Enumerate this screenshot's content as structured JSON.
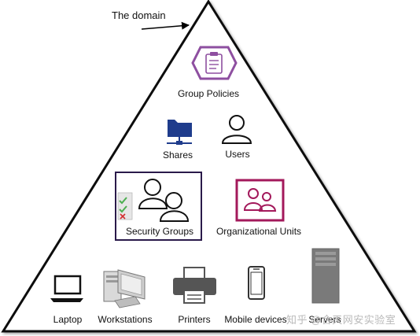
{
  "annotation": {
    "label": "The domain"
  },
  "nodes": {
    "group_policies": {
      "label": "Group Policies",
      "icon": "clipboard-policy-icon",
      "color": "#8e4fa0"
    },
    "shares": {
      "label": "Shares",
      "icon": "network-folder-icon",
      "color": "#1f3c8c"
    },
    "users": {
      "label": "Users",
      "icon": "user-icon"
    },
    "security_groups": {
      "label": "Security Groups",
      "icon": "user-group-icon",
      "border_color": "#2a1a4a"
    },
    "organizational_units": {
      "label": "Organizational Units",
      "icon": "ou-users-icon",
      "color": "#a3195b"
    },
    "laptop": {
      "label": "Laptop",
      "icon": "laptop-icon"
    },
    "workstations": {
      "label": "Workstations",
      "icon": "workstation-icon"
    },
    "printers": {
      "label": "Printers",
      "icon": "printer-icon"
    },
    "mobile_devices": {
      "label": "Mobile devices",
      "icon": "mobile-phone-icon"
    },
    "servers": {
      "label": "Servers",
      "icon": "server-tower-icon"
    }
  },
  "watermark": {
    "text": "知乎 @合天网安实验室"
  }
}
